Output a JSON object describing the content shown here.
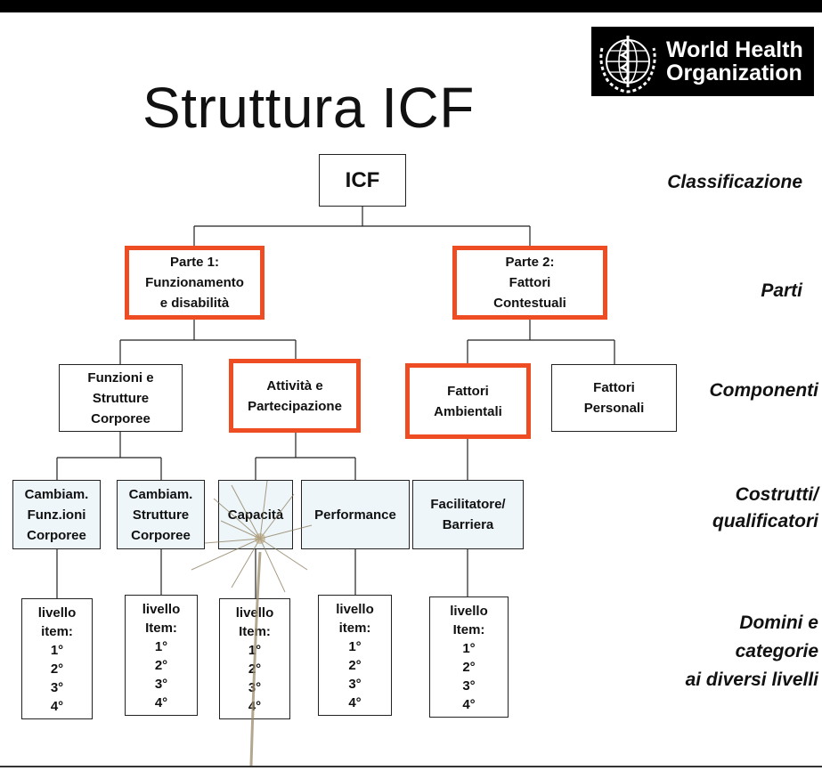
{
  "title": "Struttura ICF",
  "logo": {
    "line1": "World Health",
    "line2": "Organization"
  },
  "root": "ICF",
  "parts": [
    "Parte 1:\nFunzionamento\ne disabilità",
    "Parte 2:\nFattori\nContestuali"
  ],
  "components": [
    "Funzioni e\nStrutture\nCorporee",
    "Attività e\nPartecipazione",
    "Fattori\nAmbientali",
    "Fattori\nPersonali"
  ],
  "qualifiers": [
    "Cambiam.\nFunz.ioni\nCorporee",
    "Cambiam.\nStrutture\nCorporee",
    "Capacità",
    "Performance",
    "Facilitatore/\nBarriera"
  ],
  "levels": [
    {
      "head1": "livello",
      "head2": "item:",
      "items": [
        "1°",
        "2°",
        "3°",
        "4°"
      ]
    },
    {
      "head1": "livello",
      "head2": "Item:",
      "items": [
        "1°",
        "2°",
        "3°",
        "4°"
      ]
    },
    {
      "head1": "livello",
      "head2": "Item:",
      "items": [
        "1°",
        "2°",
        "3°",
        "4°"
      ]
    },
    {
      "head1": "livello",
      "head2": "item:",
      "items": [
        "1°",
        "2°",
        "3°",
        "4°"
      ]
    },
    {
      "head1": "livello",
      "head2": "Item:",
      "items": [
        "1°",
        "2°",
        "3°",
        "4°"
      ]
    }
  ],
  "side_labels": {
    "classificazione": "Classificazione",
    "parti": "Parti",
    "componenti": "Componenti",
    "costrutti_1": "Costrutti/",
    "costrutti_2": "qualificatori",
    "domini_1": "Domini e",
    "domini_2": "categorie",
    "domini_3": "ai diversi livelli"
  },
  "colors": {
    "highlight": "#ee4c22",
    "qualifier_bg": "#eef6fa",
    "logo_bg": "#000000"
  }
}
